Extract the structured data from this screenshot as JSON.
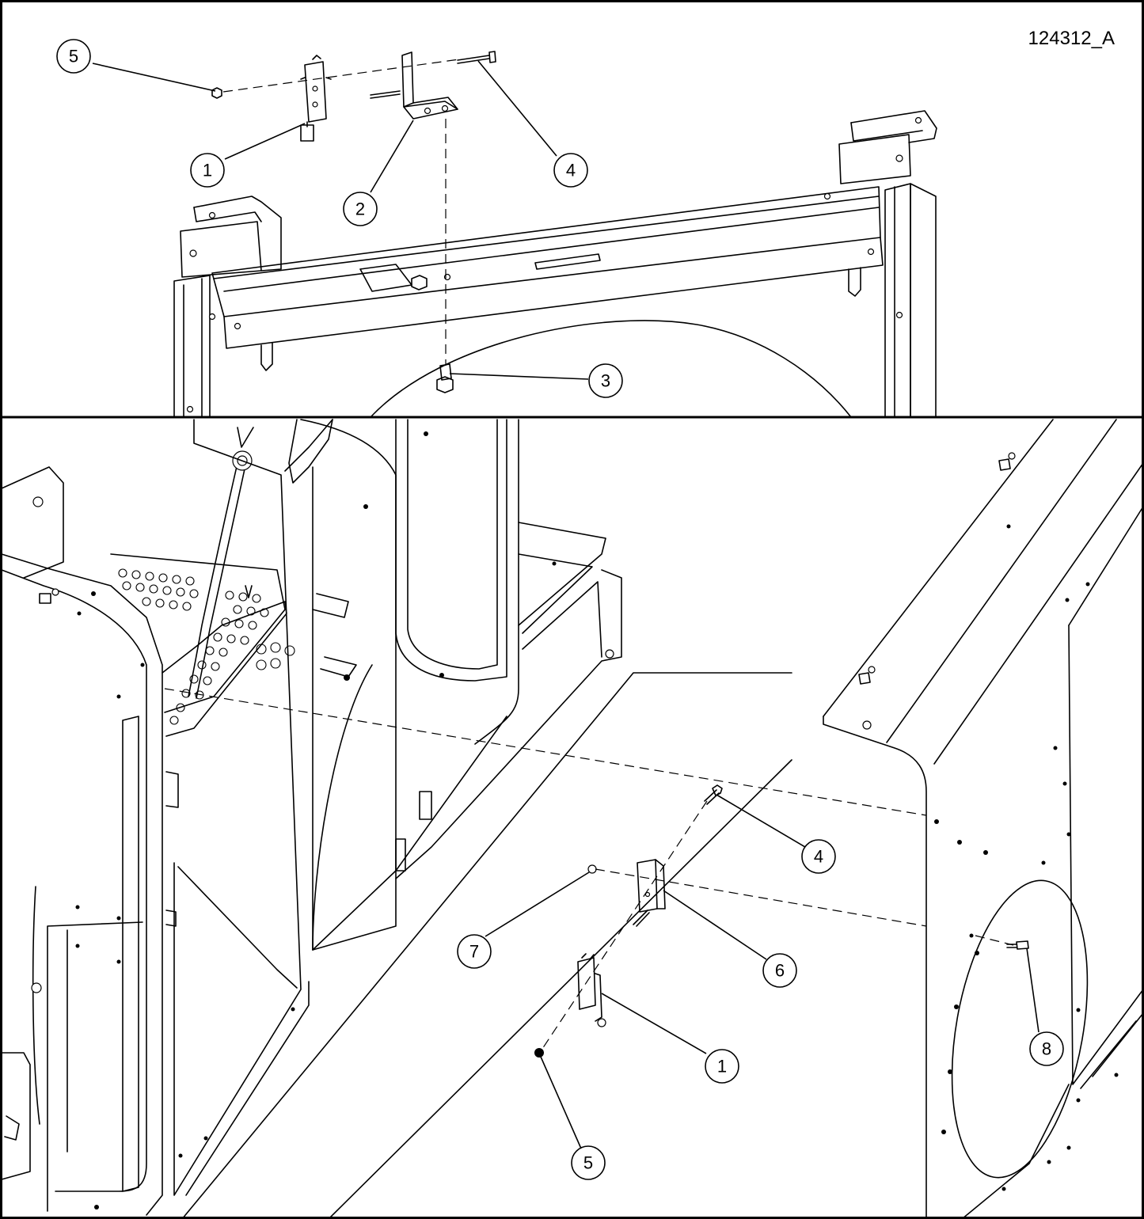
{
  "drawing_id": "124312_A",
  "views": [
    {
      "name": "upper",
      "callouts": [
        {
          "label": "5"
        },
        {
          "label": "1"
        },
        {
          "label": "2"
        },
        {
          "label": "4"
        },
        {
          "label": "3"
        }
      ]
    },
    {
      "name": "lower",
      "callouts": [
        {
          "label": "4"
        },
        {
          "label": "7"
        },
        {
          "label": "6"
        },
        {
          "label": "1"
        },
        {
          "label": "8"
        },
        {
          "label": "5"
        }
      ]
    }
  ]
}
